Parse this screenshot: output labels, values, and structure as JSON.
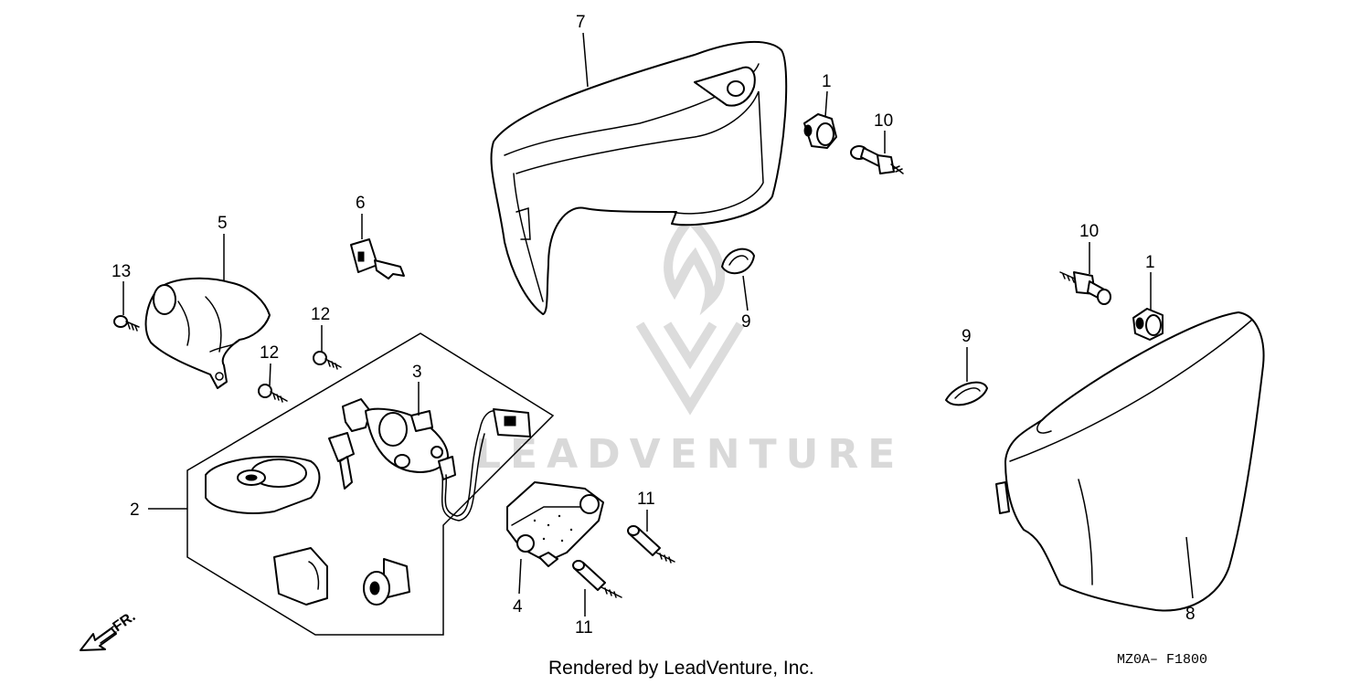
{
  "callouts": [
    {
      "id": "c7",
      "label": "7"
    },
    {
      "id": "c1a",
      "label": "1"
    },
    {
      "id": "c10a",
      "label": "10"
    },
    {
      "id": "c6",
      "label": "6"
    },
    {
      "id": "c5",
      "label": "5"
    },
    {
      "id": "c13",
      "label": "13"
    },
    {
      "id": "c12a",
      "label": "12"
    },
    {
      "id": "c12b",
      "label": "12"
    },
    {
      "id": "c3",
      "label": "3"
    },
    {
      "id": "c2",
      "label": "2"
    },
    {
      "id": "c4",
      "label": "4"
    },
    {
      "id": "c11a",
      "label": "11"
    },
    {
      "id": "c11b",
      "label": "11"
    },
    {
      "id": "c9a",
      "label": "9"
    },
    {
      "id": "c10b",
      "label": "10"
    },
    {
      "id": "c1b",
      "label": "1"
    },
    {
      "id": "c9b",
      "label": "9"
    },
    {
      "id": "c8",
      "label": "8"
    }
  ],
  "footer": {
    "credit": "Rendered by LeadVenture, Inc.",
    "diagram_code": "MZ0A– F1800"
  },
  "watermark": {
    "text": "LEADVENTURE"
  },
  "direction": {
    "label": "FR.",
    "icon": "front-direction-arrow-icon"
  },
  "colors": {
    "line": "#000000",
    "background": "#ffffff",
    "watermark": "#d9d9d9"
  }
}
